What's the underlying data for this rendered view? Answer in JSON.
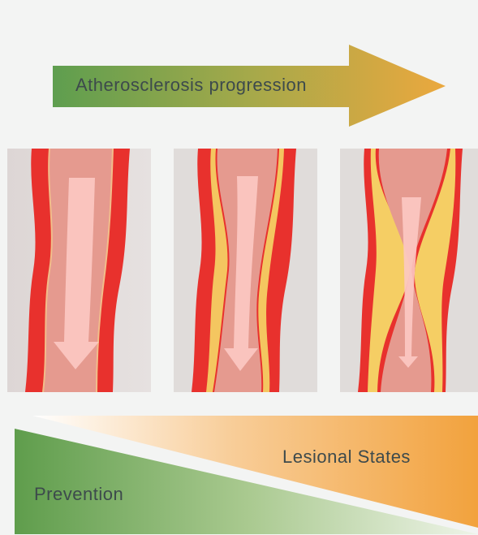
{
  "progression_arrow": {
    "label": "Atherosclerosis progression",
    "color_start": "#5e9e4f",
    "color_end": "#eba83e"
  },
  "panels": [
    {
      "stage": "healthy artery",
      "plaque": "none",
      "narrowing": 0
    },
    {
      "stage": "early plaque",
      "plaque": "thin",
      "narrowing": 0.35
    },
    {
      "stage": "advanced plaque",
      "plaque": "thick",
      "narrowing": 0.8
    }
  ],
  "lesional_wedge": {
    "label": "Lesional States",
    "color": "#f2a23d"
  },
  "prevention_wedge": {
    "label": "Prevention",
    "color": "#5f9d4c"
  },
  "colors": {
    "vessel_wall": "#e8312d",
    "lumen": "#e59a8f",
    "flow_arrow": "#fcc9c3",
    "plaque": "#f6e06a",
    "panel_bg": "#e2dcdb"
  }
}
